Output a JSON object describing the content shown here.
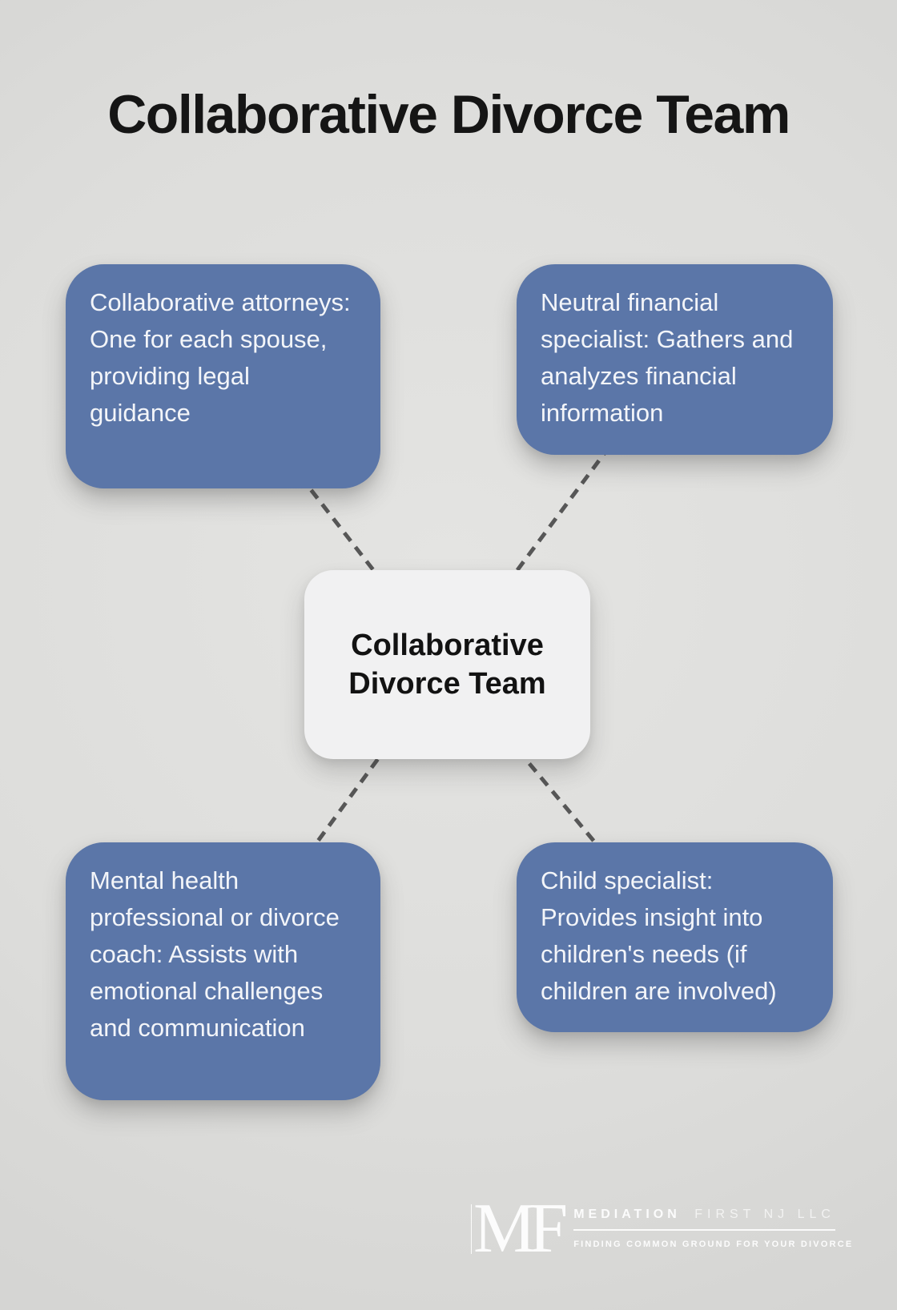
{
  "title": "Collaborative Divorce Team",
  "center_node": {
    "label": "Collaborative\nDivorce Team"
  },
  "nodes": [
    {
      "id": "collaborative-attorneys",
      "position": "top-left",
      "text": "Collaborative attorneys: One for each spouse, providing legal guidance"
    },
    {
      "id": "neutral-financial-specialist",
      "position": "top-right",
      "text": "Neutral financial specialist: Gathers and analyzes financial information"
    },
    {
      "id": "mental-health-professional",
      "position": "bottom-left",
      "text": "Mental health professional or divorce coach: Assists with emotional challenges and communication"
    },
    {
      "id": "child-specialist",
      "position": "bottom-right",
      "text": "Child specialist: Provides insight into children's needs (if children are involved)"
    }
  ],
  "logo": {
    "monogram": "MF",
    "name_primary": "MEDIATION",
    "name_secondary": "FIRST NJ LLC",
    "tagline": "FINDING COMMON GROUND FOR YOUR DIVORCE"
  },
  "colors": {
    "background": "#DDDDDB",
    "bg_light": "#E4E4E2",
    "bg_dark": "#D5D5D3",
    "node_fill": "#5B76A8",
    "node_text": "#F3F5F9",
    "center_fill": "#F1F1F2",
    "center_text": "#121212",
    "title_text": "#151515",
    "connector": "#575757",
    "logo_text": "#FCFCFC"
  }
}
